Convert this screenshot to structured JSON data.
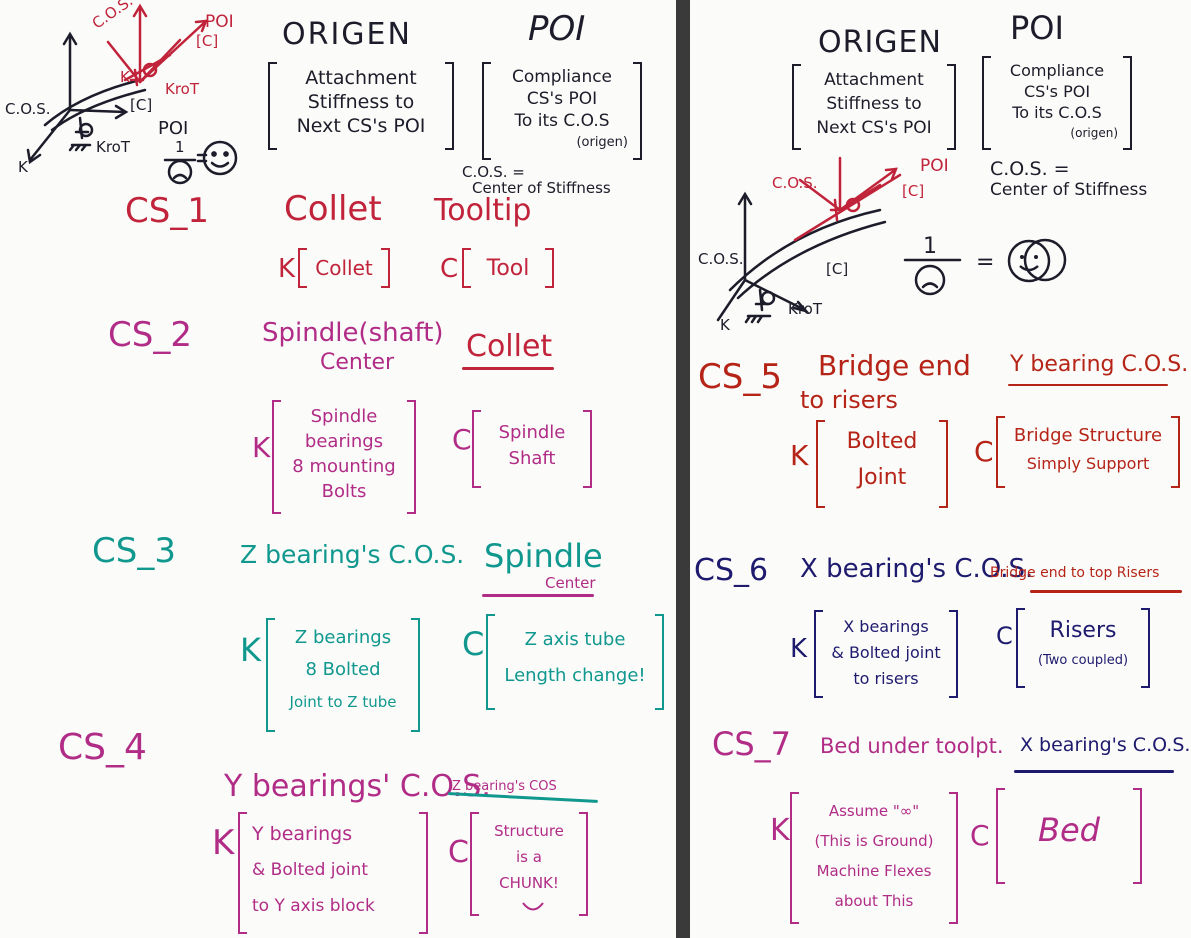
{
  "header": {
    "origen_title": "ORIGEN",
    "poi_title": "POI",
    "origen_box": [
      "Attachment",
      "Stiffness to",
      "Next CS's POI"
    ],
    "poi_box": [
      "Compliance",
      "CS's POI",
      "To its C.O.S",
      "(origen)"
    ],
    "cos_def": [
      "C.O.S. =",
      "Center of Stiffness"
    ]
  },
  "diagram": {
    "cos": "C.O.S.",
    "poi": "POI",
    "c_bracket": "[C]",
    "k": "K",
    "krot": "KroT",
    "one": "1",
    "equals": "="
  },
  "left": {
    "cs1": {
      "id": "CS_1",
      "origen": "Collet",
      "poi": "Tooltip",
      "k": "K",
      "k_text": "Collet",
      "c": "C",
      "c_text": "Tool"
    },
    "cs2": {
      "id": "CS_2",
      "origen_1": "Spindle(shaft)",
      "origen_2": "Center",
      "poi": "Collet",
      "k": "K",
      "k_lines": [
        "Spindle",
        "bearings",
        "8 mounting",
        "Bolts"
      ],
      "c": "C",
      "c_lines": [
        "Spindle",
        "Shaft"
      ]
    },
    "cs3": {
      "id": "CS_3",
      "origen": "Z bearing's C.O.S.",
      "poi_1": "Spindle",
      "poi_2": "Center",
      "k": "K",
      "k_lines": [
        "Z bearings",
        "8 Bolted",
        "Joint to Z tube"
      ],
      "c": "C",
      "c_lines": [
        "Z axis tube",
        "Length change!"
      ]
    },
    "cs4": {
      "id": "CS_4",
      "origen": "Y bearings' C.O.S.",
      "poi": "Z bearing's COS",
      "k": "K",
      "k_lines": [
        "Y bearings",
        "& Bolted joint",
        "to Y axis block"
      ],
      "c": "C",
      "c_lines": [
        "Structure",
        "is a",
        "CHUNK!"
      ]
    }
  },
  "right": {
    "cs5": {
      "id": "CS_5",
      "origen_1": "Bridge end",
      "origen_2": "to risers",
      "poi": "Y bearing C.O.S.",
      "k": "K",
      "k_lines": [
        "Bolted",
        "Joint"
      ],
      "c": "C",
      "c_lines": [
        "Bridge Structure",
        "Simply Support"
      ]
    },
    "cs6": {
      "id": "CS_6",
      "origen": "X bearing's C.O.S.",
      "poi": "Bridge end to top Risers",
      "k": "K",
      "k_lines": [
        "X bearings",
        "& Bolted joint",
        "to risers"
      ],
      "c": "C",
      "c_lines": [
        "Risers",
        "(Two coupled)"
      ]
    },
    "cs7": {
      "id": "CS_7",
      "origen": "Bed under toolpt.",
      "poi": "X bearing's C.O.S.",
      "k": "K",
      "k_lines": [
        "Assume \"∞\"",
        "(This is Ground)",
        "Machine Flexes",
        "about This"
      ],
      "c": "C",
      "c_lines": [
        "Bed"
      ]
    }
  },
  "colors": {
    "black": "#1c1c2a",
    "red": "#c0233a",
    "magenta": "#b12c86",
    "teal": "#10988f",
    "brick": "#b52417",
    "navy": "#1e1a6e"
  }
}
